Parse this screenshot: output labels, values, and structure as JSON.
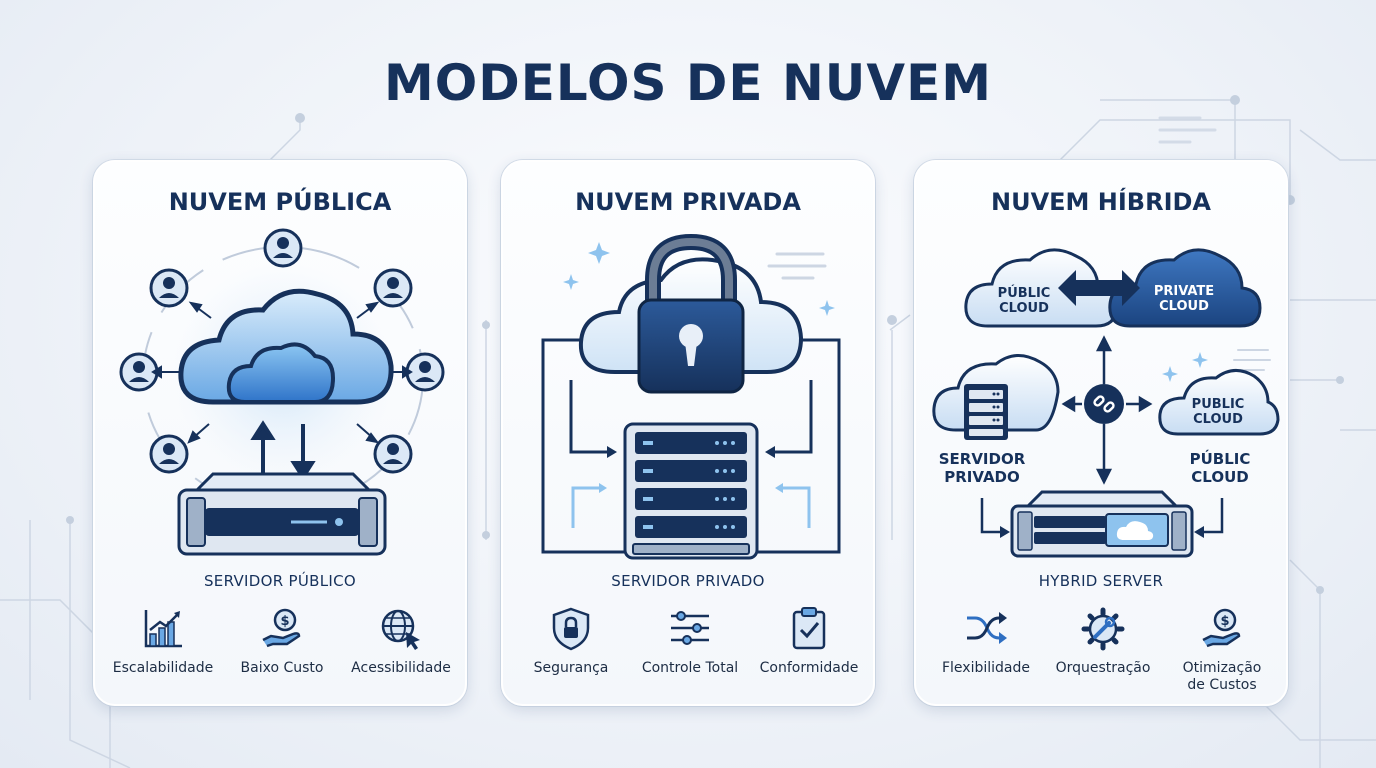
{
  "title": "MODELOS DE NUVEM",
  "colors": {
    "navy": "#16315b",
    "blue": "#2f6fc2",
    "light_blue": "#8ec3ee",
    "background": "#eef2f8"
  },
  "cards": [
    {
      "title": "NUVEM PÚBLICA",
      "server_label": "SERVIDOR PÚBLICO",
      "icons": [
        "cloud-icon",
        "user-icon",
        "server-icon"
      ],
      "features": [
        {
          "label": "Escalabilidade",
          "icon": "growth-chart-icon"
        },
        {
          "label": "Baixo Custo",
          "icon": "hand-coin-icon"
        },
        {
          "label": "Acessibilidade",
          "icon": "globe-cursor-icon"
        }
      ]
    },
    {
      "title": "NUVEM PRIVADA",
      "server_label": "SERVIDOR PRIVADO",
      "icons": [
        "cloud-icon",
        "padlock-icon",
        "server-rack-icon"
      ],
      "features": [
        {
          "label": "Segurança",
          "icon": "shield-lock-icon"
        },
        {
          "label": "Controle Total",
          "icon": "sliders-icon"
        },
        {
          "label": "Conformidade",
          "icon": "clipboard-check-icon"
        }
      ]
    },
    {
      "title": "NUVEM HÍBRIDA",
      "server_label": "HYBRID SERVER",
      "diagram": {
        "public_cloud_top": "PÚBLIC\nCLOUD",
        "private_cloud": "PRIVATE\nCLOUD",
        "public_cloud_right": "PUBLIC\nCLOUD",
        "servidor_privado": "SERVIDOR\nPRIVADO",
        "publc_cloud_label": "PÚBLIC\nCLOUD"
      },
      "icons": [
        "cloud-icon",
        "link-icon",
        "server-icon"
      ],
      "features": [
        {
          "label": "Flexibilidade",
          "icon": "shuffle-icon"
        },
        {
          "label": "Orquestração",
          "icon": "gear-wrench-icon"
        },
        {
          "label": "Otimização\nde Custos",
          "icon": "hand-coin-icon"
        }
      ]
    }
  ]
}
